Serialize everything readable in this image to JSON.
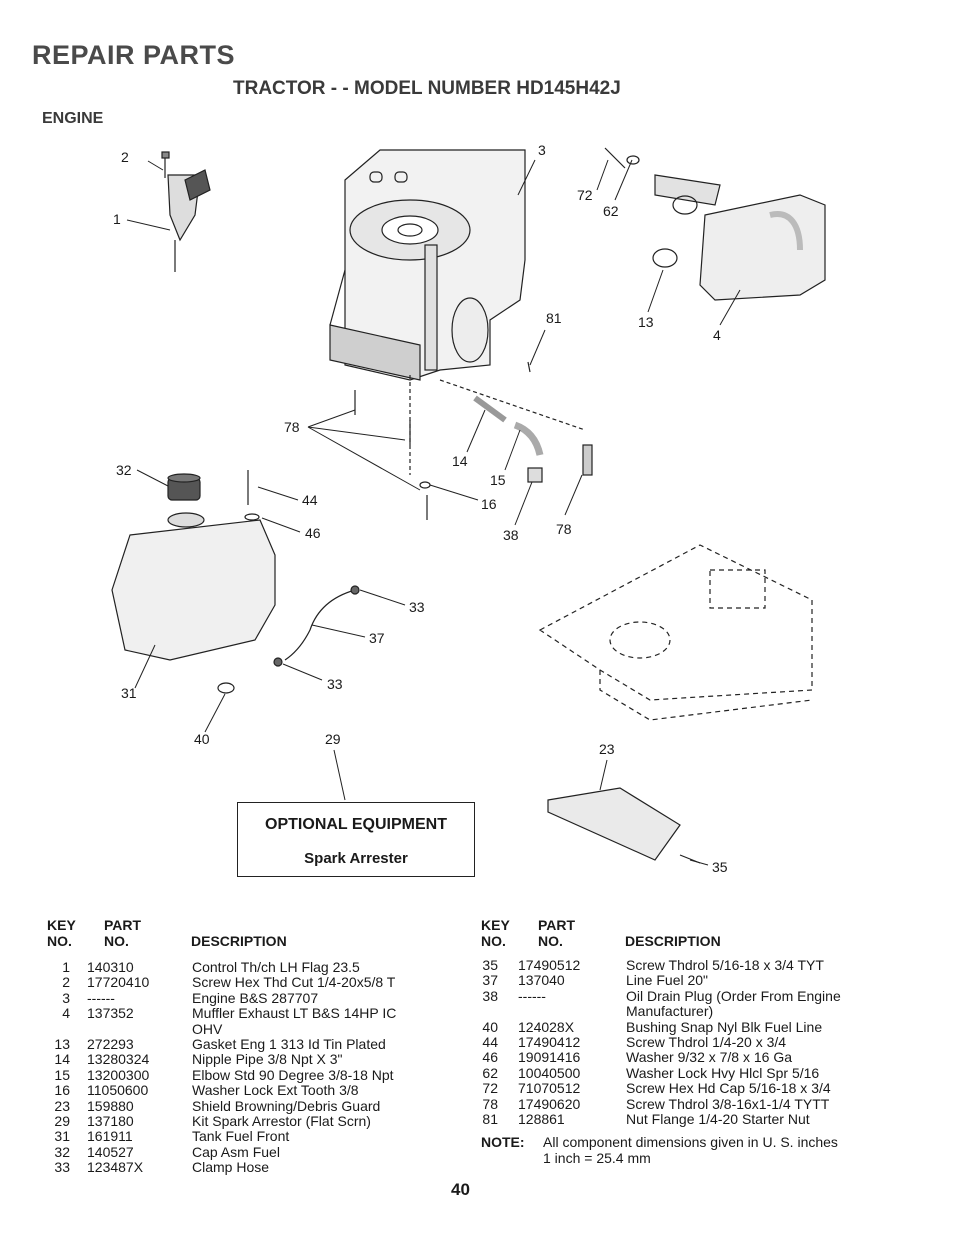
{
  "header": {
    "title": "REPAIR PARTS",
    "subtitle": "TRACTOR - - MODEL NUMBER HD145H42J",
    "section": "ENGINE"
  },
  "diagram": {
    "callouts": {
      "c2": "2",
      "c1": "1",
      "c3": "3",
      "c72": "72",
      "c62": "62",
      "c81": "81",
      "c13": "13",
      "c4": "4",
      "c78a": "78",
      "c14": "14",
      "c15": "15",
      "c16": "16",
      "c38": "38",
      "c78b": "78",
      "c32": "32",
      "c44": "44",
      "c46": "46",
      "c33a": "33",
      "c37": "37",
      "c33b": "33",
      "c31": "31",
      "c40": "40",
      "c29": "29",
      "c23": "23",
      "c35": "35"
    }
  },
  "optional_equipment": {
    "title": "OPTIONAL EQUIPMENT",
    "item": "Spark Arrester"
  },
  "table_headers": {
    "key": "KEY",
    "no": "NO.",
    "part": "PART",
    "part_no": "NO.",
    "description": "DESCRIPTION"
  },
  "parts_left": [
    {
      "key": "1",
      "part": "140310",
      "desc": "Control Th/ch LH Flag 23.5"
    },
    {
      "key": "2",
      "part": "17720410",
      "desc": "Screw Hex Thd Cut 1/4-20x5/8 T"
    },
    {
      "key": "3",
      "part": "------",
      "desc": "Engine B&S 287707"
    },
    {
      "key": "4",
      "part": "137352",
      "desc": "Muffler Exhaust LT B&S 14HP IC"
    },
    {
      "key": "",
      "part": "",
      "desc": "OHV"
    },
    {
      "key": "13",
      "part": "272293",
      "desc": "Gasket Eng 1 313 Id Tin Plated"
    },
    {
      "key": "14",
      "part": "13280324",
      "desc": "Nipple Pipe 3/8 Npt X 3\""
    },
    {
      "key": "15",
      "part": "13200300",
      "desc": "Elbow Std 90 Degree 3/8-18 Npt"
    },
    {
      "key": "16",
      "part": "11050600",
      "desc": "Washer Lock Ext Tooth 3/8"
    },
    {
      "key": "23",
      "part": "159880",
      "desc": "Shield Browning/Debris Guard"
    },
    {
      "key": "29",
      "part": "137180",
      "desc": "Kit Spark Arrestor (Flat Scrn)"
    },
    {
      "key": "31",
      "part": "161911",
      "desc": "Tank Fuel Front"
    },
    {
      "key": "32",
      "part": "140527",
      "desc": "Cap Asm Fuel"
    },
    {
      "key": "33",
      "part": "123487X",
      "desc": "Clamp Hose"
    }
  ],
  "parts_right": [
    {
      "key": "35",
      "part": "17490512",
      "desc": "Screw Thdrol 5/16-18 x 3/4 TYT"
    },
    {
      "key": "37",
      "part": "137040",
      "desc": "Line Fuel 20\""
    },
    {
      "key": "38",
      "part": "------",
      "desc": "Oil Drain Plug (Order From Engine"
    },
    {
      "key": "",
      "part": "",
      "desc": "Manufacturer)"
    },
    {
      "key": "40",
      "part": "124028X",
      "desc": "Bushing Snap Nyl Blk Fuel Line"
    },
    {
      "key": "44",
      "part": "17490412",
      "desc": "Screw Thdrol 1/4-20 x 3/4"
    },
    {
      "key": "46",
      "part": "19091416",
      "desc": "Washer 9/32 x 7/8 x 16 Ga"
    },
    {
      "key": "62",
      "part": "10040500",
      "desc": "Washer Lock Hvy Hlcl Spr 5/16"
    },
    {
      "key": "72",
      "part": "71070512",
      "desc": "Screw Hex Hd Cap 5/16-18 x 3/4"
    },
    {
      "key": "78",
      "part": "17490620",
      "desc": "Screw Thdrol 3/8-16x1-1/4 TYTT"
    },
    {
      "key": "81",
      "part": "128861",
      "desc": "Nut Flange 1/4-20 Starter Nut"
    }
  ],
  "note": {
    "label": "NOTE:",
    "line1": "All component dimensions given in U. S. inches",
    "line2": "1 inch = 25.4 mm"
  },
  "page_number": "40"
}
